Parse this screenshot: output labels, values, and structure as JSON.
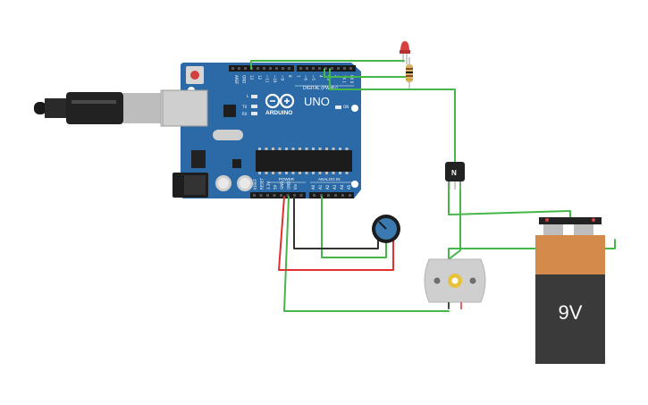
{
  "board": {
    "brand": "ARDUINO",
    "model": "UNO",
    "digital_header": "DIGITAL (PWM~)",
    "power_header": "POWER",
    "analog_header": "ANALOG IN",
    "tx": "TX",
    "rx": "RX",
    "l": "L",
    "on": "ON",
    "pins_top": [
      "AREF",
      "GND",
      "13",
      "12",
      "~11",
      "~10",
      "~9",
      "8",
      "7",
      "~6",
      "~5",
      "4",
      "~3",
      "2",
      "TX 1",
      "RX 0"
    ],
    "pins_power": [
      "IOREF",
      "RESET",
      "3.3V",
      "5V",
      "GND",
      "GND",
      "Vin"
    ],
    "pins_analog": [
      "A0",
      "A1",
      "A2",
      "A3",
      "A4",
      "A5"
    ]
  },
  "transistor": {
    "label": "N"
  },
  "battery": {
    "label": "9V"
  },
  "colors": {
    "board": "#2b6aa6",
    "wire_green": "#45b649",
    "wire_red": "#e03030",
    "wire_black": "#333333",
    "battery_top": "#d48a4a",
    "battery_body": "#3a3a3a",
    "led": "#d84040",
    "pot_knob": "#3a7ab0"
  }
}
